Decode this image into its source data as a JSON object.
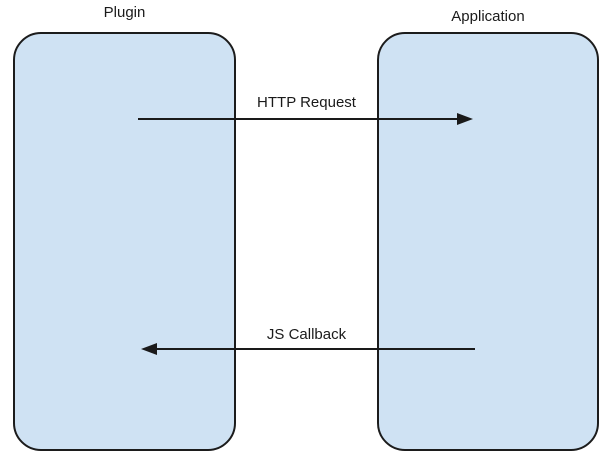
{
  "diagram": {
    "title": "",
    "nodes": [
      {
        "id": "plugin",
        "label": "Plugin"
      },
      {
        "id": "application",
        "label": "Application"
      }
    ],
    "arrows": [
      {
        "id": "http-request",
        "label": "HTTP Request",
        "from": "Plugin",
        "to": "Application",
        "direction": "right"
      },
      {
        "id": "js-callback",
        "label": "JS Callback",
        "from": "Application",
        "to": "Plugin",
        "direction": "left"
      }
    ],
    "colors": {
      "node_fill": "#cfe2f3",
      "node_border": "#1c1c1c",
      "arrow": "#1a1a1a",
      "text": "#1a1a1a",
      "background": "#ffffff"
    }
  }
}
